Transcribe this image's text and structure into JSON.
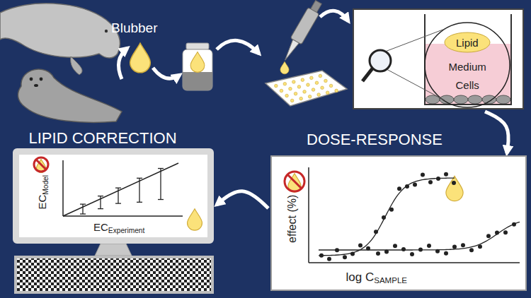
{
  "diagram": {
    "nodes": [
      {
        "text": [
          "Lipid",
          "Medium",
          "Cells"
        ]
      },
      {
        "text": [
          "DOSE-RESPONSE"
        ]
      },
      {
        "text": [
          "LIPID CORRECTION"
        ]
      }
    ],
    "edges": [
      {
        "from": 0,
        "to": 1,
        "arrow": "to"
      },
      {
        "from": 1,
        "to": 2,
        "arrow": "to"
      }
    ],
    "labels": [
      "Blubber",
      "effect (%)",
      "log C",
      "SAMPLE",
      "EC",
      "Model",
      "EC",
      "Experiment"
    ]
  }
}
